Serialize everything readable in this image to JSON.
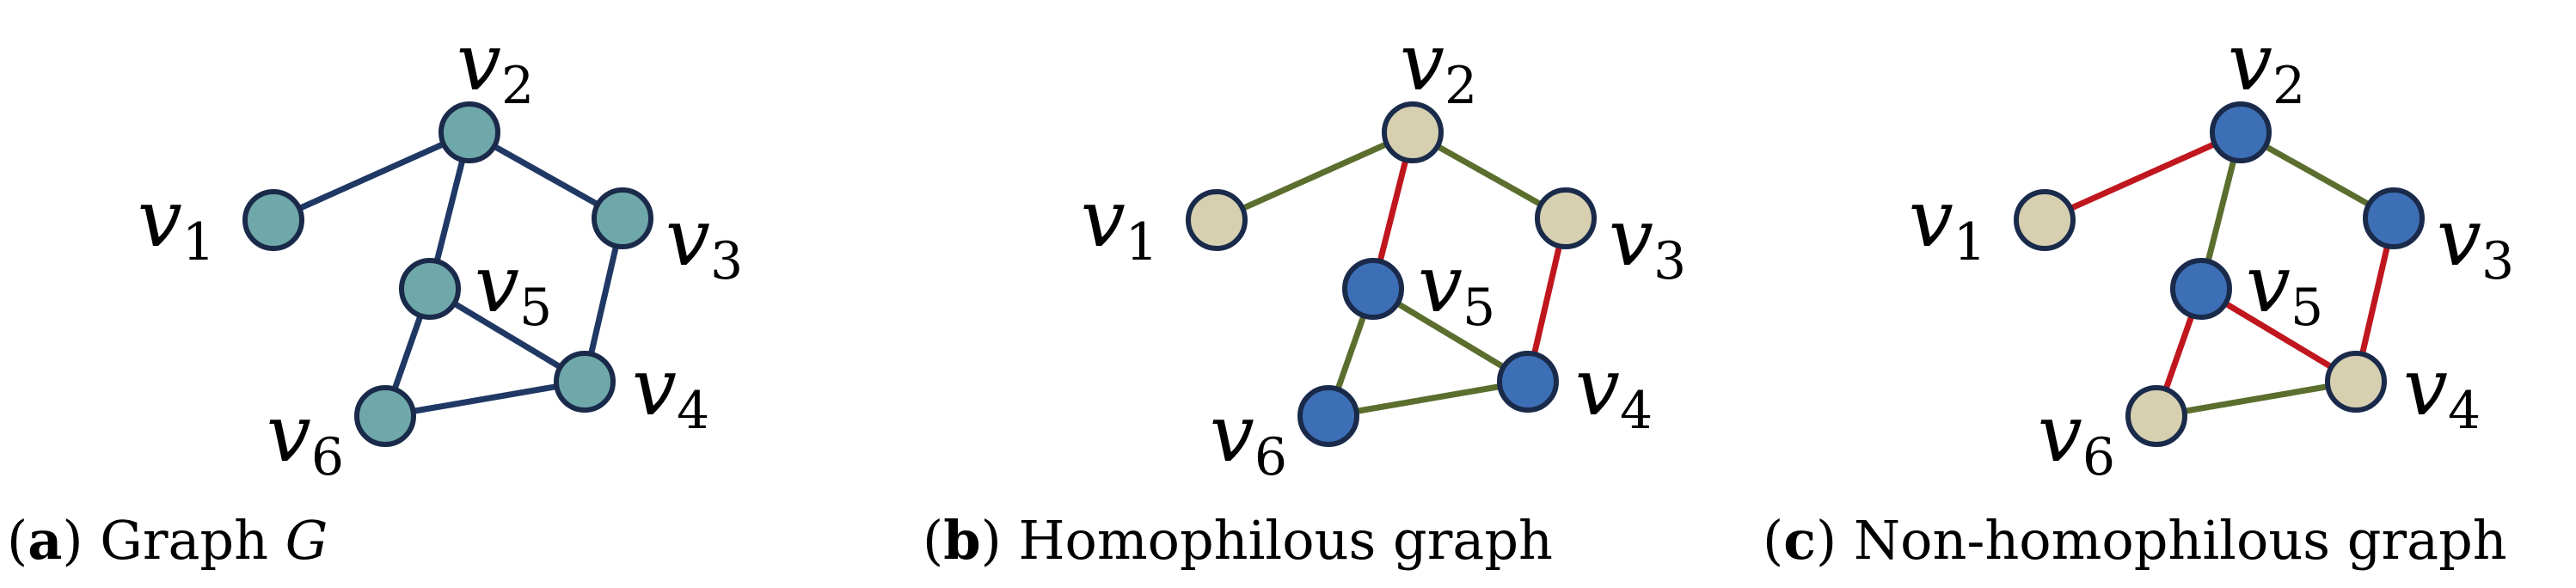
{
  "colors": {
    "edge_plain": "#1f3864",
    "edge_same": "#5b6e2e",
    "edge_diff": "#c0161d",
    "node_teal": "#6fa8aa",
    "node_beige": "#d6cfb0",
    "node_blue": "#3d6fb6",
    "node_stroke": "#1a2a4a"
  },
  "panels": [
    {
      "id": "a",
      "caption": {
        "open": "(",
        "letter": "a",
        "close": ")",
        "text": " Graph ",
        "text_italic": "G"
      },
      "nodes": [
        {
          "id": "v1",
          "var": "v",
          "sub": "1",
          "color": "teal"
        },
        {
          "id": "v2",
          "var": "v",
          "sub": "2",
          "color": "teal"
        },
        {
          "id": "v3",
          "var": "v",
          "sub": "3",
          "color": "teal"
        },
        {
          "id": "v4",
          "var": "v",
          "sub": "4",
          "color": "teal"
        },
        {
          "id": "v5",
          "var": "v",
          "sub": "5",
          "color": "teal"
        },
        {
          "id": "v6",
          "var": "v",
          "sub": "6",
          "color": "teal"
        }
      ],
      "edges": [
        {
          "from": "v1",
          "to": "v2",
          "kind": "plain"
        },
        {
          "from": "v2",
          "to": "v3",
          "kind": "plain"
        },
        {
          "from": "v2",
          "to": "v5",
          "kind": "plain"
        },
        {
          "from": "v3",
          "to": "v4",
          "kind": "plain"
        },
        {
          "from": "v5",
          "to": "v4",
          "kind": "plain"
        },
        {
          "from": "v5",
          "to": "v6",
          "kind": "plain"
        },
        {
          "from": "v6",
          "to": "v4",
          "kind": "plain"
        }
      ]
    },
    {
      "id": "b",
      "caption": {
        "open": "(",
        "letter": "b",
        "close": ")",
        "text": " Homophilous graph",
        "text_italic": ""
      },
      "nodes": [
        {
          "id": "v1",
          "var": "v",
          "sub": "1",
          "color": "beige"
        },
        {
          "id": "v2",
          "var": "v",
          "sub": "2",
          "color": "beige"
        },
        {
          "id": "v3",
          "var": "v",
          "sub": "3",
          "color": "beige"
        },
        {
          "id": "v4",
          "var": "v",
          "sub": "4",
          "color": "blue"
        },
        {
          "id": "v5",
          "var": "v",
          "sub": "5",
          "color": "blue"
        },
        {
          "id": "v6",
          "var": "v",
          "sub": "6",
          "color": "blue"
        }
      ],
      "edges": [
        {
          "from": "v1",
          "to": "v2",
          "kind": "same"
        },
        {
          "from": "v2",
          "to": "v3",
          "kind": "same"
        },
        {
          "from": "v2",
          "to": "v5",
          "kind": "diff"
        },
        {
          "from": "v3",
          "to": "v4",
          "kind": "diff"
        },
        {
          "from": "v5",
          "to": "v4",
          "kind": "same"
        },
        {
          "from": "v5",
          "to": "v6",
          "kind": "same"
        },
        {
          "from": "v6",
          "to": "v4",
          "kind": "same"
        }
      ]
    },
    {
      "id": "c",
      "caption": {
        "open": "(",
        "letter": "c",
        "close": ")",
        "text": " Non-homophilous graph",
        "text_italic": ""
      },
      "nodes": [
        {
          "id": "v1",
          "var": "v",
          "sub": "1",
          "color": "beige"
        },
        {
          "id": "v2",
          "var": "v",
          "sub": "2",
          "color": "blue"
        },
        {
          "id": "v3",
          "var": "v",
          "sub": "3",
          "color": "blue"
        },
        {
          "id": "v4",
          "var": "v",
          "sub": "4",
          "color": "beige"
        },
        {
          "id": "v5",
          "var": "v",
          "sub": "5",
          "color": "blue"
        },
        {
          "id": "v6",
          "var": "v",
          "sub": "6",
          "color": "beige"
        }
      ],
      "edges": [
        {
          "from": "v1",
          "to": "v2",
          "kind": "diff"
        },
        {
          "from": "v2",
          "to": "v3",
          "kind": "same"
        },
        {
          "from": "v2",
          "to": "v5",
          "kind": "same"
        },
        {
          "from": "v3",
          "to": "v4",
          "kind": "diff"
        },
        {
          "from": "v5",
          "to": "v4",
          "kind": "diff"
        },
        {
          "from": "v5",
          "to": "v6",
          "kind": "diff"
        },
        {
          "from": "v6",
          "to": "v4",
          "kind": "same"
        }
      ]
    }
  ]
}
